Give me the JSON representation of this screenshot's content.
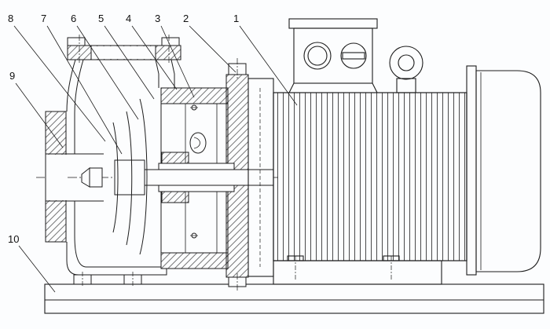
{
  "callouts": [
    {
      "label": "1"
    },
    {
      "label": "2"
    },
    {
      "label": "3"
    },
    {
      "label": "4"
    },
    {
      "label": "5"
    },
    {
      "label": "6"
    },
    {
      "label": "7"
    },
    {
      "label": "8"
    },
    {
      "label": "9"
    },
    {
      "label": "10"
    }
  ],
  "colors": {
    "line": "#1c1c1c",
    "background": "#fcfdfe"
  }
}
